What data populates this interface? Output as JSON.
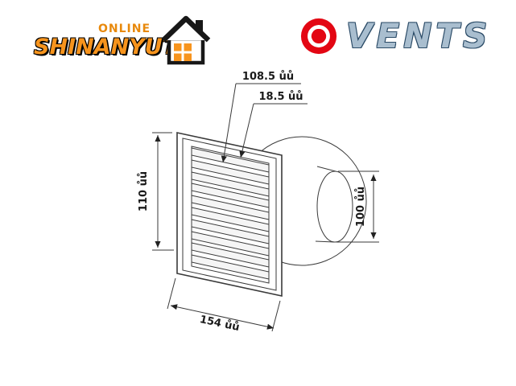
{
  "branding": {
    "shinanyut_online": "ONLINE",
    "shinanyut_name": "SHINANYUT",
    "vents_name": "VENTS"
  },
  "icons": {
    "house": "house-icon",
    "fan": "vents-fan-icon"
  },
  "colors": {
    "brand_orange": "#F7941D",
    "vents_red": "#E30613",
    "vents_letter_fill": "#A9BECF",
    "vents_letter_outline": "#2A4A66",
    "drawing_line": "#3a3a3a"
  },
  "diagram": {
    "dimensions": {
      "depth_total": "108.5 ůů",
      "panel_depth": "18.5 ůů",
      "height": "110 ůů",
      "duct_diameter": "100 ůů",
      "width": "154 ůů"
    }
  }
}
